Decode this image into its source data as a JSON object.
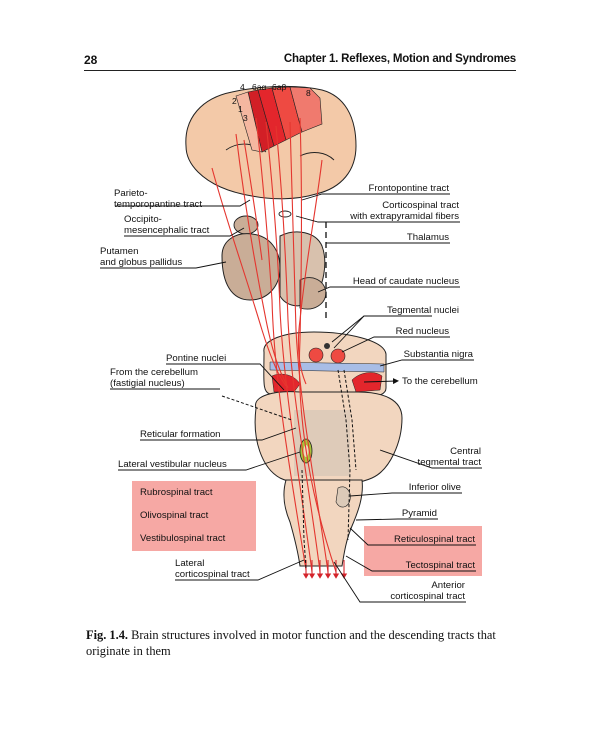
{
  "header": {
    "page_number": "28",
    "chapter_title": "Chapter 1. Reflexes, Motion and Syndromes"
  },
  "figure": {
    "area_labels": [
      "4",
      "6aα",
      "6aβ",
      "8",
      "2",
      "1",
      "3"
    ],
    "left_labels": {
      "parieto_1": "Parieto-",
      "parieto_2": "temporopantine tract",
      "occipito_1": "Occipito-",
      "occipito_2": "mesencephalic tract",
      "putamen_1": "Putamen",
      "putamen_2": "and globus pallidus",
      "pontine": "Pontine nuclei",
      "cerebellum_1": "From the cerebellum",
      "cerebellum_2": "(fastigial nucleus)",
      "reticular": "Reticular formation",
      "lateral_vestibular": "Lateral vestibular nucleus",
      "lateral_cs_1": "Lateral",
      "lateral_cs_2": "corticospinal tract"
    },
    "right_labels": {
      "frontopontine": "Frontopontine tract",
      "corticospinal_1": "Corticospinal tract",
      "corticospinal_2": "with extrapyramidal fibers",
      "thalamus": "Thalamus",
      "caudate": "Head of caudate nucleus",
      "tegmental": "Tegmental nuclei",
      "red_nucleus": "Red nucleus",
      "substantia": "Substantia nigra",
      "to_cerebellum": "To the cerebellum",
      "central_1": "Central",
      "central_2": "tegmental tract",
      "inferior_olive": "Inferior olive",
      "pyramid": "Pyramid",
      "anterior_1": "Anterior",
      "anterior_2": "corticospinal tract"
    },
    "highlighted_left": [
      "Rubrospinal tract",
      "Olivospinal tract",
      "Vestibulospinal tract"
    ],
    "highlighted_right": [
      "Reticulospinal tract",
      "Tectospinal tract"
    ],
    "colors": {
      "cortex": "#f3c9a8",
      "motor_area": "#e3262c",
      "premotor_area": "#ee6a5c",
      "tract": "#e4362f",
      "deep_nuclei": "#c9ad97",
      "brainstem": "#f2d6bf",
      "highlight": "#f6a8a4",
      "nigra": "#a8bde6"
    }
  },
  "caption": {
    "label": "Fig. 1.4.",
    "text": " Brain structures involved in motor function and the descending tracts that originate in them"
  }
}
